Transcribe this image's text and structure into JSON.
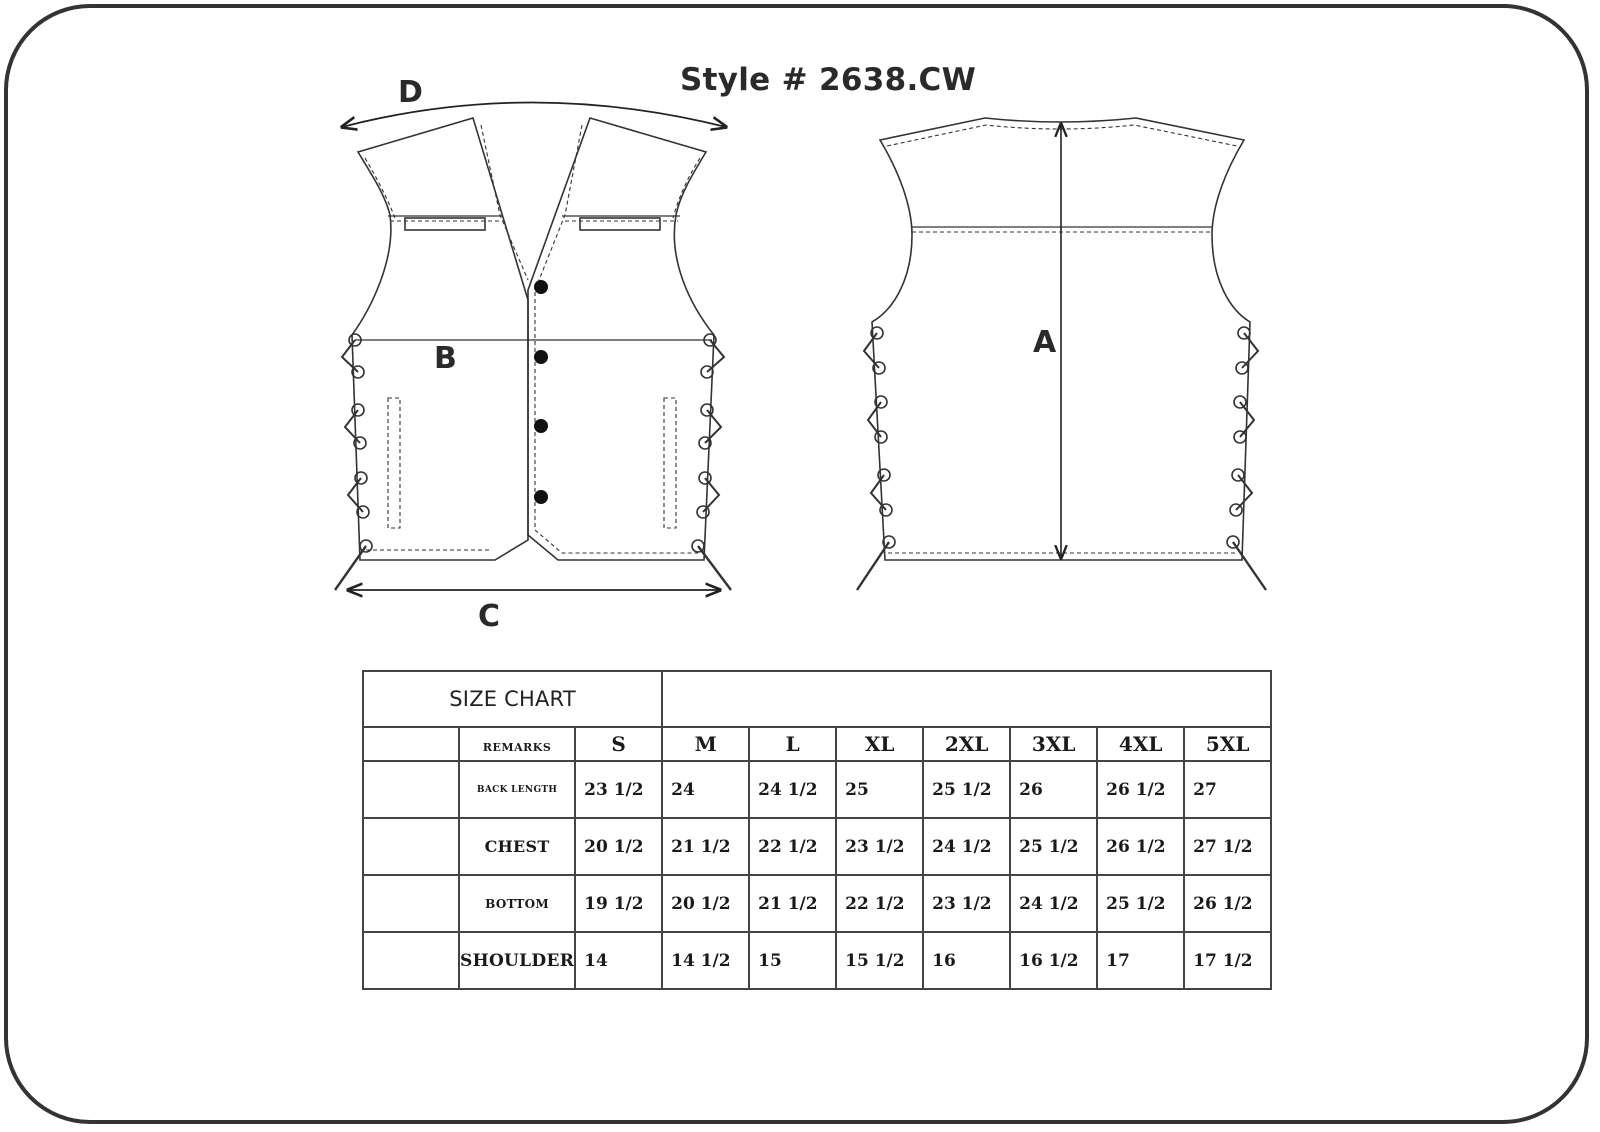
{
  "title": "Style # 2638.CW",
  "diagram": {
    "labels": {
      "a": "A",
      "b": "B",
      "c": "C",
      "d": "D"
    }
  },
  "size_chart": {
    "heading": "SIZE CHART",
    "remarks_label": "REMARKS",
    "sizes": [
      "S",
      "M",
      "L",
      "XL",
      "2XL",
      "3XL",
      "4XL",
      "5XL"
    ],
    "rows": [
      {
        "label": "BACK LENGTH",
        "values": [
          "23 1/2",
          "24",
          "24 1/2",
          "25",
          "25 1/2",
          "26",
          "26 1/2",
          "27"
        ]
      },
      {
        "label": "CHEST",
        "values": [
          "20 1/2",
          "21 1/2",
          "22 1/2",
          "23 1/2",
          "24 1/2",
          "25 1/2",
          "26 1/2",
          "27 1/2"
        ]
      },
      {
        "label": "BOTTOM",
        "values": [
          "19 1/2",
          "20 1/2",
          "21 1/2",
          "22 1/2",
          "23 1/2",
          "24 1/2",
          "25 1/2",
          "26 1/2"
        ]
      },
      {
        "label": "SHOULDER",
        "values": [
          "14",
          "14 1/2",
          "15",
          "15 1/2",
          "16",
          "16 1/2",
          "17",
          "17 1/2"
        ]
      }
    ]
  }
}
